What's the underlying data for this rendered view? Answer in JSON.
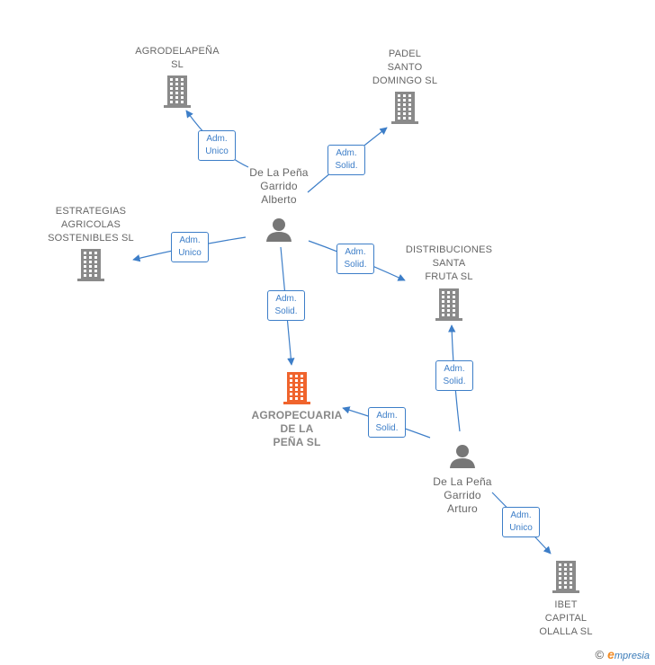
{
  "colors": {
    "company": "#8a8a8a",
    "company_main": "#f0642d",
    "person": "#777777",
    "edge": "#3d7ec8",
    "label_text": "#666666"
  },
  "companies": [
    {
      "id": "agrodelapena",
      "label": "AGRODELAPEÑA\nSL",
      "main": false,
      "icon": "building-icon"
    },
    {
      "id": "padel",
      "label": "PADEL\nSANTO\nDOMINGO SL",
      "main": false,
      "icon": "building-icon"
    },
    {
      "id": "estrategias",
      "label": "ESTRATEGIAS\nAGRICOLAS\nSOSTENIBLES SL",
      "main": false,
      "icon": "building-icon"
    },
    {
      "id": "distribuciones",
      "label": "DISTRIBUCIONES\nSANTA\nFRUTA SL",
      "main": false,
      "icon": "building-icon"
    },
    {
      "id": "agropecuaria",
      "label": "AGROPECUARIA\nDE LA\nPEÑA SL",
      "main": true,
      "icon": "building-icon"
    },
    {
      "id": "ibet",
      "label": "IBET\nCAPITAL\nOLALLA SL",
      "main": false,
      "icon": "building-icon"
    }
  ],
  "persons": [
    {
      "id": "alberto",
      "label": "De La Peña\nGarrido\nAlberto",
      "icon": "person-icon"
    },
    {
      "id": "arturo",
      "label": "De La Peña\nGarrido\nArturo",
      "icon": "person-icon"
    }
  ],
  "edges": [
    {
      "id": "alberto-agrodelapena",
      "from": "alberto",
      "to": "agrodelapena",
      "label": "Adm.\nUnico"
    },
    {
      "id": "alberto-padel",
      "from": "alberto",
      "to": "padel",
      "label": "Adm.\nSolid."
    },
    {
      "id": "alberto-estrategias",
      "from": "alberto",
      "to": "estrategias",
      "label": "Adm.\nUnico"
    },
    {
      "id": "alberto-distribuciones",
      "from": "alberto",
      "to": "distribuciones",
      "label": "Adm.\nSolid."
    },
    {
      "id": "alberto-agropecuaria",
      "from": "alberto",
      "to": "agropecuaria",
      "label": "Adm.\nSolid."
    },
    {
      "id": "arturo-distribuciones",
      "from": "arturo",
      "to": "distribuciones",
      "label": "Adm.\nSolid."
    },
    {
      "id": "arturo-agropecuaria",
      "from": "arturo",
      "to": "agropecuaria",
      "label": "Adm.\nSolid."
    },
    {
      "id": "arturo-ibet",
      "from": "arturo",
      "to": "ibet",
      "label": "Adm.\nUnico"
    }
  ],
  "brand": {
    "copyright": "©",
    "initial": "e",
    "rest": "mpresia"
  }
}
